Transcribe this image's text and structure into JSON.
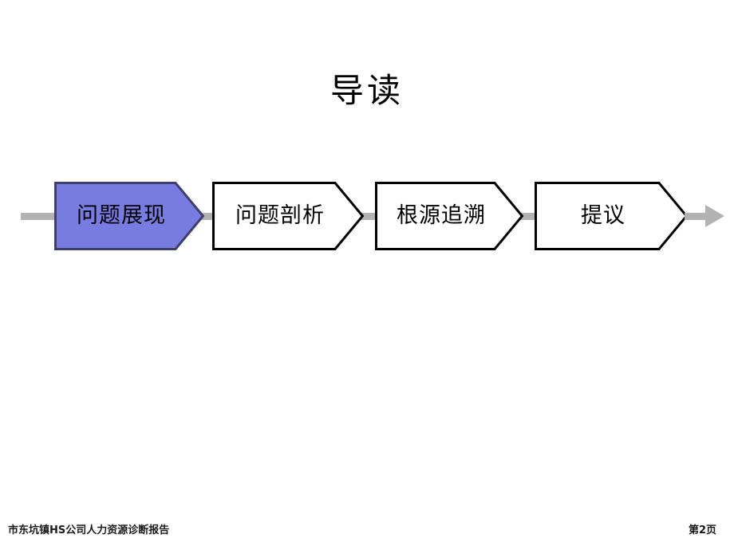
{
  "slide": {
    "title": "导读",
    "page_background": "#FFFFFF"
  },
  "flow": {
    "connector_color": "#B2B2B2",
    "active_fill": "#787BE0",
    "active_border": "#3F3F6B",
    "inactive_fill": "#FFFFFF",
    "inactive_border": "#000000",
    "end_arrow_icon": "arrow-right-icon",
    "steps": [
      {
        "label": "问题展现",
        "state": "active"
      },
      {
        "label": "问题剖析",
        "state": "inactive"
      },
      {
        "label": "根源追溯",
        "state": "inactive"
      },
      {
        "label": "提议",
        "state": "inactive"
      }
    ]
  },
  "footer": {
    "document_title": "市东坑镇HS公司人力资源诊断报告",
    "page_label": "第2页"
  }
}
